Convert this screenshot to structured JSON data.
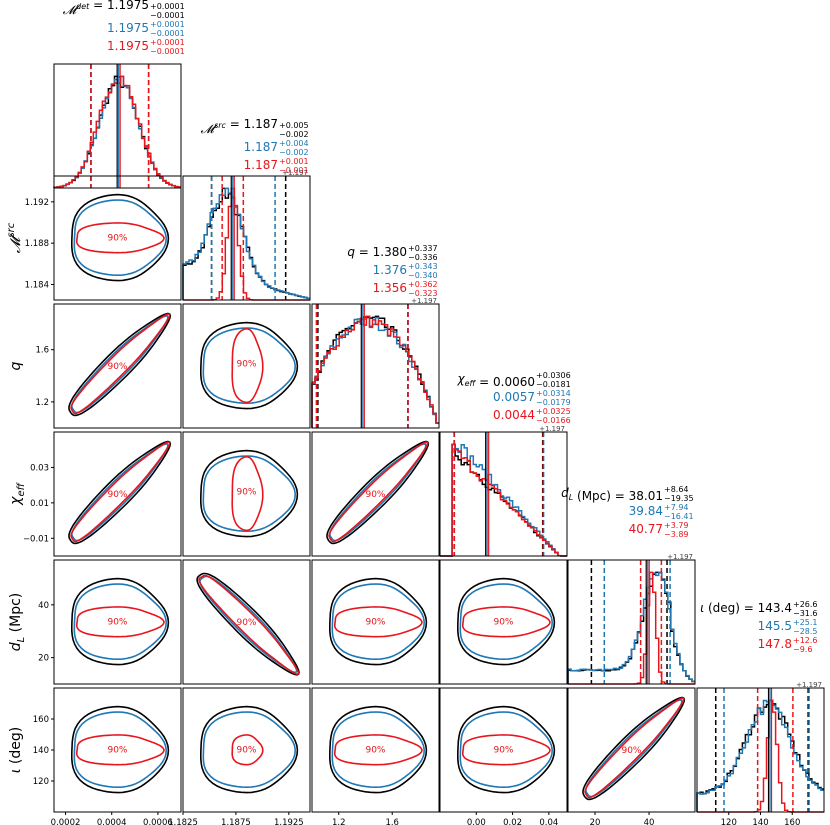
{
  "colors": {
    "black": "#000000",
    "blue": "#1f77b4",
    "red": "#e8161c"
  },
  "chart_data": {
    "type": "corner",
    "contour_label": "90%",
    "parameters": [
      {
        "key": "mdet",
        "xlabel": "𝓜",
        "sup": "det",
        "title_label": "𝓜",
        "title_sup": "det",
        "range": [
          0.00015,
          0.0007
        ],
        "ticks": [
          0.0002,
          0.0004,
          0.0006
        ],
        "tick_labels": [
          "0.0002",
          "0.0004",
          "0.0006"
        ],
        "offset": "+1.197",
        "titles": [
          {
            "series": "black",
            "median": "1.1975",
            "plus": "+0.0001",
            "minus": "−0.0001"
          },
          {
            "series": "blue",
            "median": "1.1975",
            "plus": "+0.0001",
            "minus": "−0.0001"
          },
          {
            "series": "red",
            "median": "1.1975",
            "plus": "+0.0001",
            "minus": "−0.0001"
          }
        ],
        "median": 0.00043,
        "ci": {
          "black": [
            0.00031,
            0.00056
          ],
          "blue": [
            0.00031,
            0.00056
          ],
          "red": [
            0.00031,
            0.00056
          ]
        }
      },
      {
        "key": "msrc",
        "xlabel": "𝓜",
        "sup": "src",
        "title_label": "𝓜",
        "title_sup": "src",
        "range": [
          1.1825,
          1.1945
        ],
        "ticks": [
          1.1825,
          1.1875,
          1.1925
        ],
        "tick_labels": [
          "1.1825",
          "1.1875",
          "1.1925"
        ],
        "yticks": [
          1.184,
          1.188,
          1.192
        ],
        "ytick_labels": [
          "1.184",
          "1.188",
          "1.192"
        ],
        "titles": [
          {
            "series": "black",
            "median": "1.187",
            "plus": "+0.005",
            "minus": "−0.002"
          },
          {
            "series": "blue",
            "median": "1.187",
            "plus": "+0.004",
            "minus": "−0.002"
          },
          {
            "series": "red",
            "median": "1.187",
            "plus": "+0.001",
            "minus": "−0.001"
          }
        ],
        "median": 1.1872,
        "ci": {
          "black": [
            1.1852,
            1.1922
          ],
          "blue": [
            1.1852,
            1.1912
          ],
          "red": [
            1.1862,
            1.1882
          ]
        }
      },
      {
        "key": "q",
        "xlabel": "q",
        "title_label": "q",
        "range": [
          1.0,
          1.95
        ],
        "ticks": [
          1.2,
          1.6
        ],
        "tick_labels": [
          "1.2",
          "1.6"
        ],
        "titles": [
          {
            "series": "black",
            "median": "1.380",
            "plus": "+0.337",
            "minus": "−0.336"
          },
          {
            "series": "blue",
            "median": "1.376",
            "plus": "+0.343",
            "minus": "−0.340"
          },
          {
            "series": "red",
            "median": "1.356",
            "plus": "+0.362",
            "minus": "−0.323"
          }
        ],
        "median": 1.38,
        "ci": {
          "black": [
            1.044,
            1.717
          ],
          "blue": [
            1.036,
            1.719
          ],
          "red": [
            1.033,
            1.718
          ]
        }
      },
      {
        "key": "chi",
        "xlabel": "χ",
        "sub": "eff",
        "title_label": "χ",
        "title_sub": "eff",
        "range": [
          -0.02,
          0.05
        ],
        "ticks": [
          0.0,
          0.02,
          0.04
        ],
        "tick_labels": [
          "0.00",
          "0.02",
          "0.04"
        ],
        "yticks": [
          -0.01,
          0.01,
          0.03
        ],
        "ytick_labels": [
          "−0.01",
          "0.01",
          "0.03"
        ],
        "titles": [
          {
            "series": "black",
            "median": "0.0060",
            "plus": "+0.0306",
            "minus": "−0.0181"
          },
          {
            "series": "blue",
            "median": "0.0057",
            "plus": "+0.0314",
            "minus": "−0.0179"
          },
          {
            "series": "red",
            "median": "0.0044",
            "plus": "+0.0325",
            "minus": "−0.0166"
          }
        ],
        "median": 0.006,
        "ci": {
          "black": [
            -0.0121,
            0.0366
          ],
          "blue": [
            -0.0122,
            0.0371
          ],
          "red": [
            -0.0122,
            0.0369
          ]
        }
      },
      {
        "key": "dl",
        "xlabel": "d",
        "sub": "L",
        "unit": " (Mpc)",
        "title_label": "d",
        "title_sub": "L",
        "title_unit": " (Mpc)",
        "range": [
          10,
          57
        ],
        "ticks": [
          20,
          40
        ],
        "tick_labels": [
          "20",
          "40"
        ],
        "titles": [
          {
            "series": "black",
            "median": "38.01",
            "plus": "+8.64",
            "minus": "−19.35"
          },
          {
            "series": "blue",
            "median": "39.84",
            "plus": "+7.94",
            "minus": "−16.41"
          },
          {
            "series": "red",
            "median": "40.77",
            "plus": "+3.79",
            "minus": "−3.89"
          }
        ],
        "median": 39.5,
        "ci": {
          "black": [
            18.66,
            46.65
          ],
          "blue": [
            23.43,
            47.78
          ],
          "red": [
            36.88,
            44.56
          ]
        }
      },
      {
        "key": "iota",
        "xlabel": "ι",
        "unit": " (deg)",
        "title_label": "ι",
        "title_unit": " (deg)",
        "range": [
          100,
          180
        ],
        "ticks": [
          120,
          140,
          160
        ],
        "tick_labels": [
          "120",
          "140",
          "160"
        ],
        "titles": [
          {
            "series": "black",
            "median": "143.4",
            "plus": "+26.6",
            "minus": "−31.6"
          },
          {
            "series": "blue",
            "median": "145.5",
            "plus": "+25.1",
            "minus": "−28.5"
          },
          {
            "series": "red",
            "median": "147.8",
            "plus": "+12.6",
            "minus": "−9.6"
          }
        ],
        "median": 146,
        "ci": {
          "black": [
            111.8,
            170.0
          ],
          "blue": [
            117.0,
            170.6
          ],
          "red": [
            138.2,
            160.4
          ]
        }
      }
    ],
    "ylabel_offset": "+1.197"
  }
}
